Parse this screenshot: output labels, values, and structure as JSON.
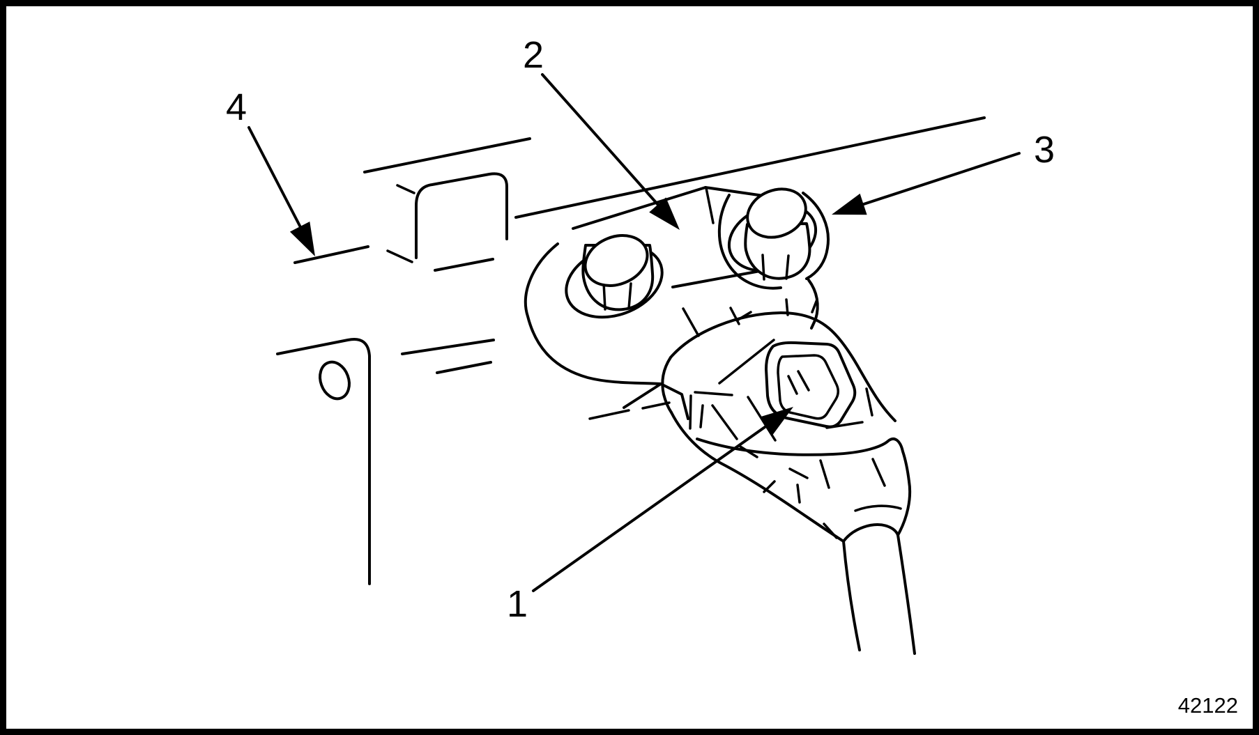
{
  "figure": {
    "figure_number": "42122",
    "callouts": [
      {
        "label": "1"
      },
      {
        "label": "2"
      },
      {
        "label": "3"
      },
      {
        "label": "4"
      }
    ]
  },
  "colors": {
    "line": "#000000",
    "background": "#ffffff"
  }
}
